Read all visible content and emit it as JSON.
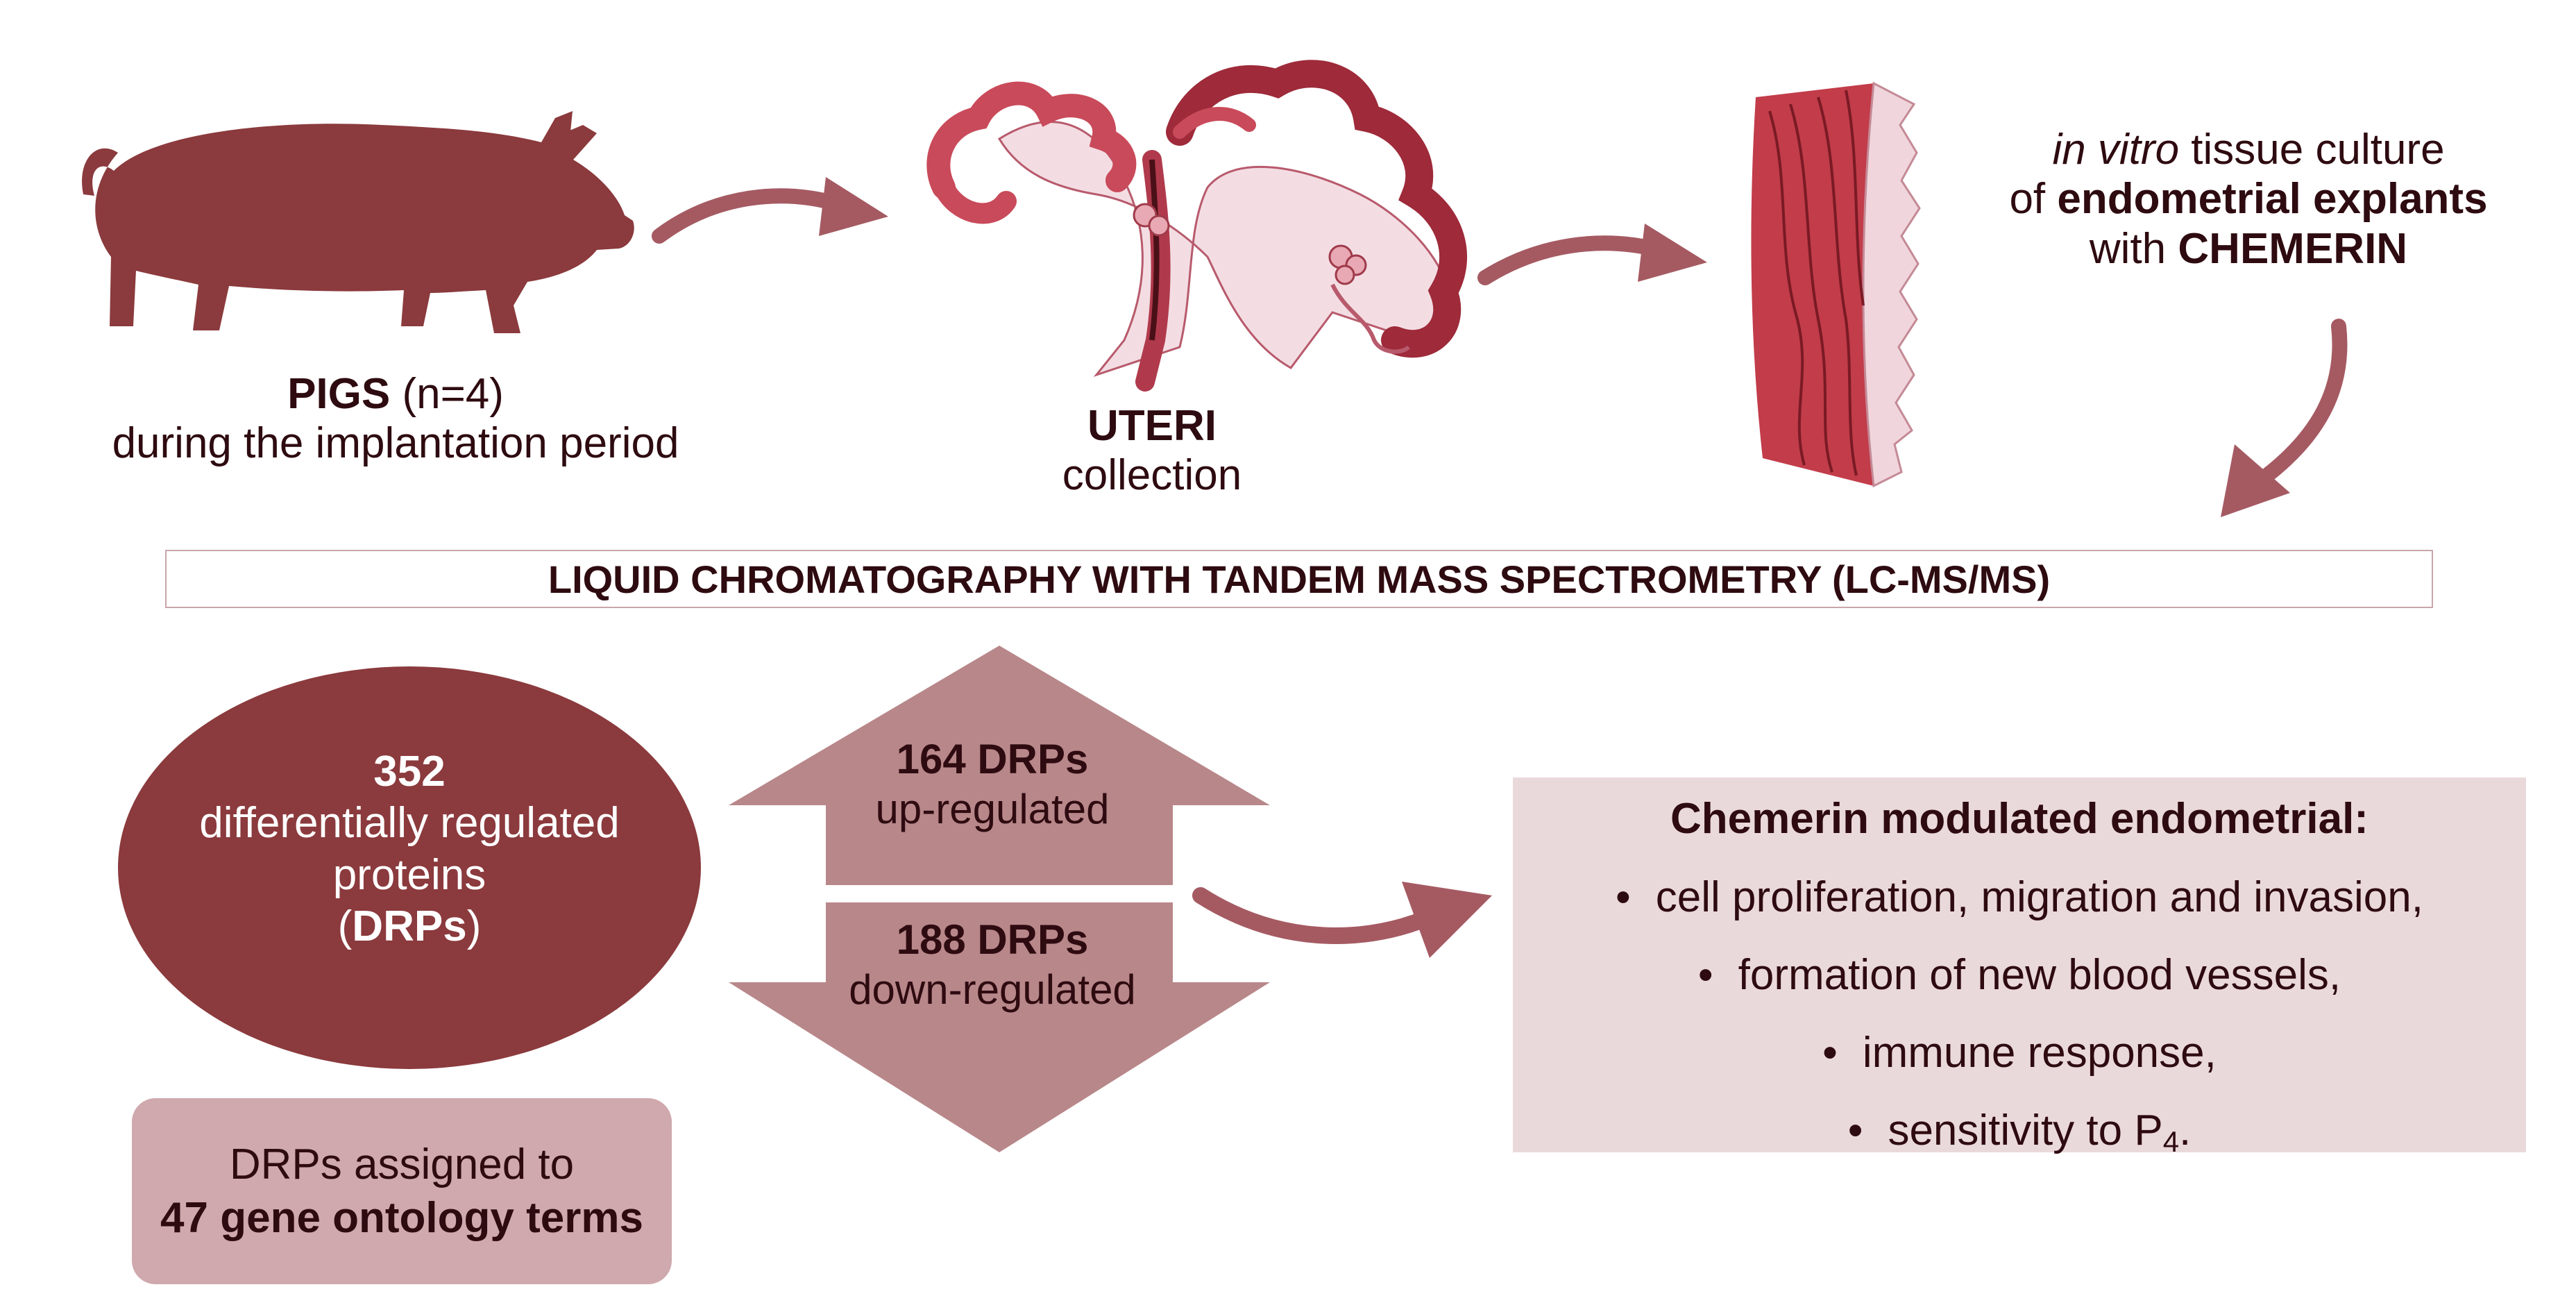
{
  "pigs": {
    "title": "PIGS",
    "count": " (n=4)",
    "subtitle": "during the implantation period"
  },
  "uteri": {
    "title": "UTERI",
    "subtitle": "collection"
  },
  "culture": {
    "line1_em": "in vitro",
    "line1_rest": " tissue culture",
    "line2_pre": "of ",
    "line2_bold": "endometrial explants",
    "line3_pre": "with ",
    "line3_bold": "CHEMERIN"
  },
  "lcms": {
    "label": "LIQUID CHROMATOGRAPHY WITH TANDEM MASS SPECTROMETRY (LC-MS/MS)"
  },
  "drps": {
    "count": "352",
    "line1": "differentially regulated",
    "line2": "proteins",
    "open": "(",
    "abbr": "DRPs",
    "close": ")"
  },
  "go": {
    "line1": "DRPs assigned to",
    "line2": "47 gene ontology terms"
  },
  "up": {
    "count": "164 DRPs",
    "label": "up-regulated"
  },
  "down": {
    "count": "188 DRPs",
    "label": "down-regulated"
  },
  "outcome": {
    "title": "Chemerin modulated endometrial:",
    "bullet": "•",
    "items": [
      "cell proliferation, migration and invasion,",
      "formation of new blood vessels,",
      "immune response,"
    ],
    "last_item_pre": "sensitivity to P",
    "last_item_sub": "4",
    "last_item_post": "."
  },
  "colors": {
    "dark": "#8b3a3d",
    "arrow": "#a55a62",
    "mid": "#b8878a",
    "light": "#cfa9ad",
    "pale": "#ead9db",
    "tissue": "#c94a5a",
    "tissue_light": "#f3dde3"
  }
}
